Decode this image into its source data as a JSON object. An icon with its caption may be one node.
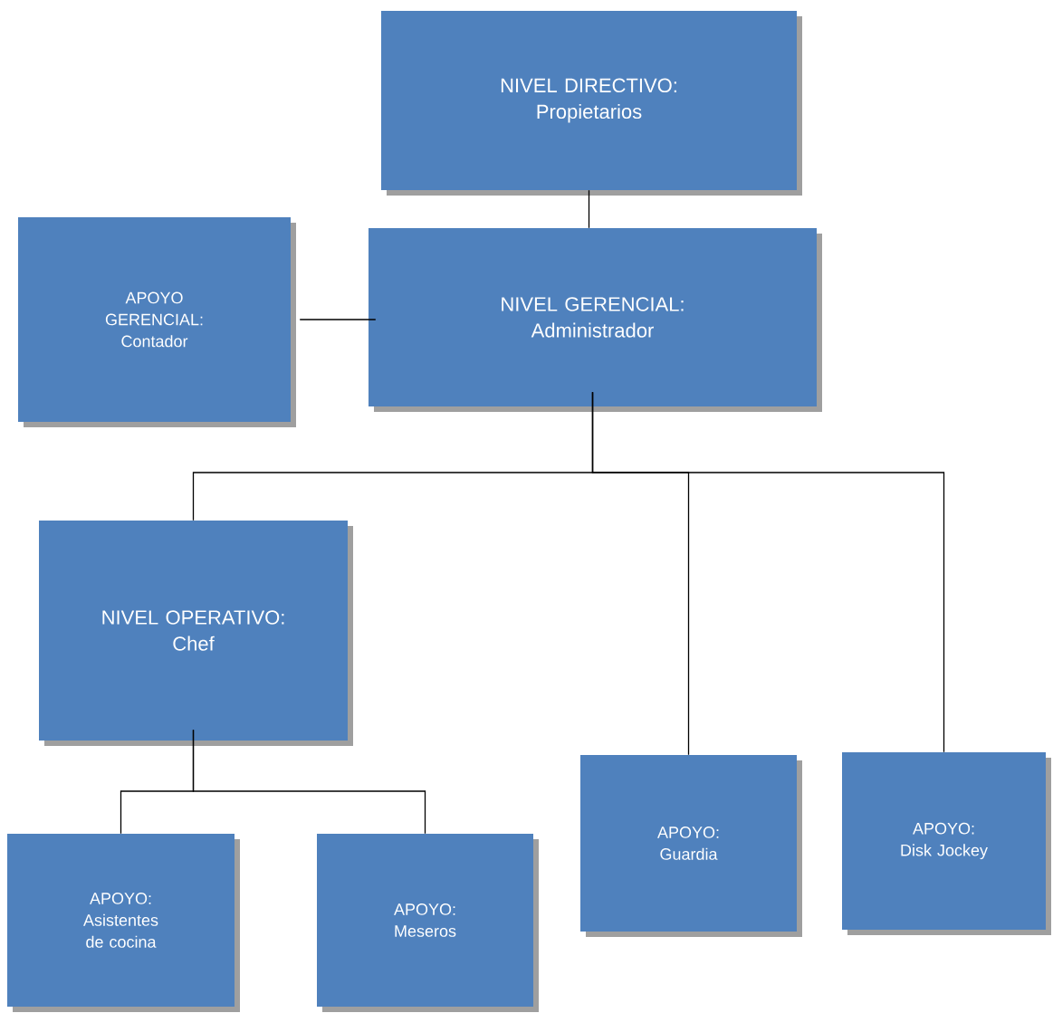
{
  "diagram": {
    "nodes": [
      {
        "text": [
          "NIVEL DIRECTIVO:",
          "Propietarios"
        ]
      },
      {
        "text": [
          "NIVEL GERENCIAL:",
          "Administrador"
        ]
      },
      {
        "text": [
          "APOYO GERENCIAL:",
          "Contador"
        ]
      },
      {
        "text": [
          "NIVEL OPERATIVO:",
          "Chef"
        ]
      },
      {
        "text": [
          "APOYO:",
          "Asistentes de cocina"
        ]
      },
      {
        "text": [
          "APOYO:",
          "Meseros"
        ]
      },
      {
        "text": [
          "APOYO:",
          "Guardia"
        ]
      },
      {
        "text": [
          "APOYO:",
          "Disk Jockey"
        ]
      }
    ],
    "edges": [
      {
        "from": 0,
        "to": 1,
        "arrow": "none"
      },
      {
        "from": 2,
        "to": 1,
        "arrow": "none"
      },
      {
        "from": 1,
        "to": 3,
        "arrow": "none"
      },
      {
        "from": 1,
        "to": 6,
        "arrow": "none"
      },
      {
        "from": 1,
        "to": 7,
        "arrow": "none"
      },
      {
        "from": 3,
        "to": 4,
        "arrow": "none"
      },
      {
        "from": 3,
        "to": 5,
        "arrow": "none"
      }
    ]
  }
}
